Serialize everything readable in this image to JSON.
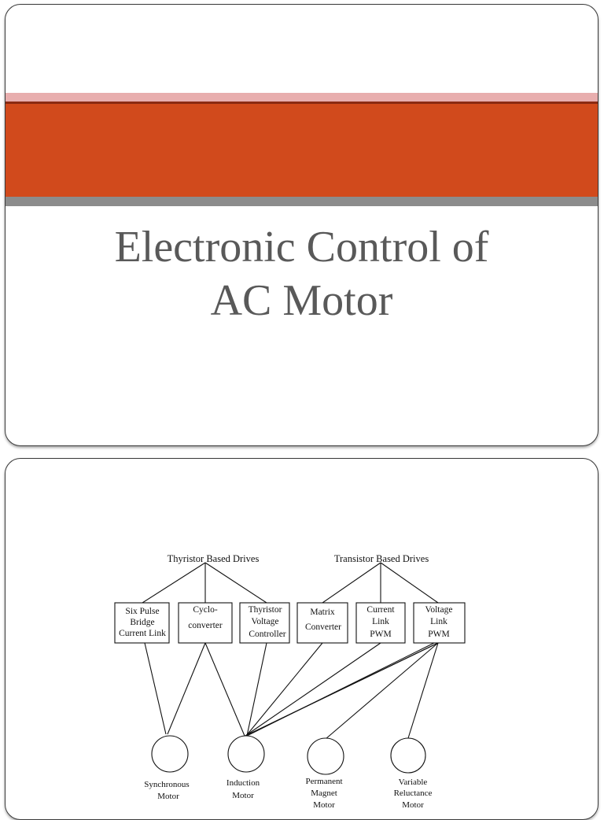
{
  "slide1": {
    "title_line1": "Electronic Control of",
    "title_line2": "AC Motor"
  },
  "diagram": {
    "groups": {
      "thyristor": "Thyristor Based Drives",
      "transistor": "Transistor Based Drives"
    },
    "converters": [
      {
        "id": "six-pulse",
        "lines": [
          "Six Pulse",
          "Bridge",
          "Current Link"
        ]
      },
      {
        "id": "cycloconverter",
        "lines": [
          "Cyclo-",
          "converter"
        ]
      },
      {
        "id": "thyristor-voltage",
        "lines": [
          "Thyristor",
          "Voltage",
          "Controller"
        ]
      },
      {
        "id": "matrix",
        "lines": [
          "Matrix",
          "Converter"
        ]
      },
      {
        "id": "current-link-pwm",
        "lines": [
          "Current",
          "Link",
          "PWM"
        ]
      },
      {
        "id": "voltage-link-pwm",
        "lines": [
          "Voltage",
          "Link",
          "PWM"
        ]
      }
    ],
    "motors": [
      {
        "id": "synchronous",
        "lines": [
          "Synchronous",
          "Motor"
        ]
      },
      {
        "id": "induction",
        "lines": [
          "Induction",
          "Motor"
        ]
      },
      {
        "id": "permanent-magnet",
        "lines": [
          "Permanent",
          "Magnet",
          "Motor"
        ]
      },
      {
        "id": "variable-reluctance",
        "lines": [
          "Variable",
          "Reluctance",
          "Motor"
        ]
      }
    ]
  }
}
